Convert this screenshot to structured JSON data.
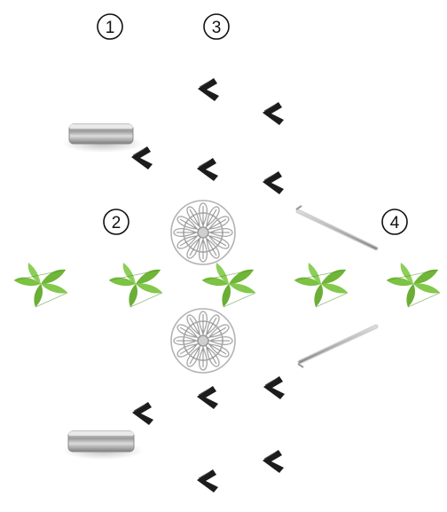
{
  "labels": [
    "1",
    "2",
    "3",
    "4"
  ],
  "parts": {
    "magnet": "magnet",
    "chevron": "chevron-marker",
    "clip": "lattice-clip",
    "pin": "pin",
    "leaf": "leaf-sprig"
  },
  "colors": {
    "chevron": "#1c1c1c",
    "metal": "#c7c7c7",
    "metal_dark": "#8c8c8c",
    "leaf": "#7cc243",
    "leaf_dark": "#4e8f2b",
    "circle": "#111111"
  }
}
